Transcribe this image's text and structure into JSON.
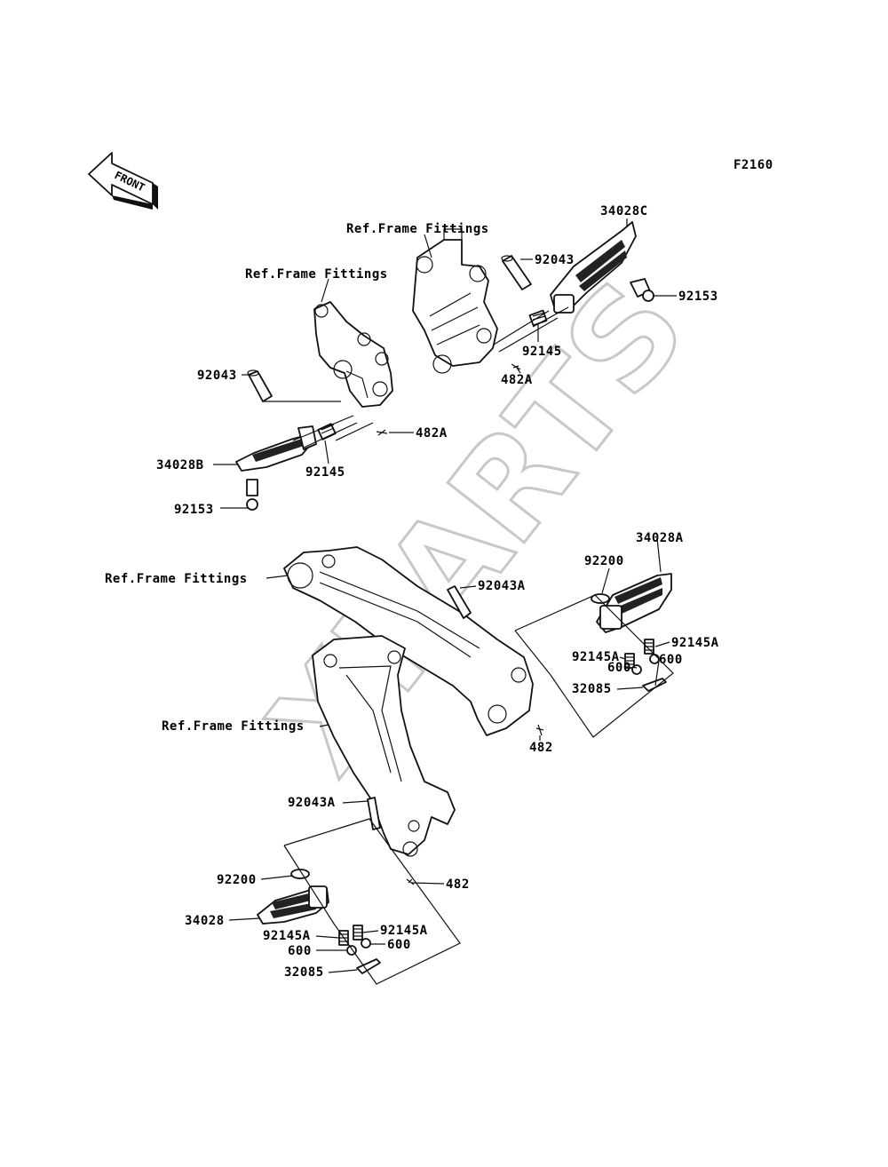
{
  "diagram": {
    "code": "F2160",
    "watermark": "XPARTS",
    "front_arrow": "FRONT",
    "labels": {
      "ref_frame_1": "Ref.Frame Fittings",
      "ref_frame_2": "Ref.Frame Fittings",
      "ref_frame_3": "Ref.Frame Fittings",
      "ref_frame_4": "Ref.Frame Fittings",
      "p34028C": "34028C",
      "p92043_top": "92043",
      "p92153_top": "92153",
      "p92145_top": "92145",
      "p482A_top": "482A",
      "p92043_left": "92043",
      "p482A_left": "482A",
      "p34028B": "34028B",
      "p92145_left": "92145",
      "p92153_left": "92153",
      "p34028A": "34028A",
      "p92200_right": "92200",
      "p92043A_top": "92043A",
      "p92145A_r1": "92145A",
      "p92145A_r2": "92145A",
      "p600_r1": "600",
      "p600_r2": "600",
      "p32085_right": "32085",
      "p482_right": "482",
      "p92043A_bottom": "92043A",
      "p482_bottom": "482",
      "p92200_bottom": "92200",
      "p34028": "34028",
      "p92145A_b1": "92145A",
      "p92145A_b2": "92145A",
      "p600_b1": "600",
      "p600_b2": "600",
      "p32085_bottom": "32085"
    }
  }
}
